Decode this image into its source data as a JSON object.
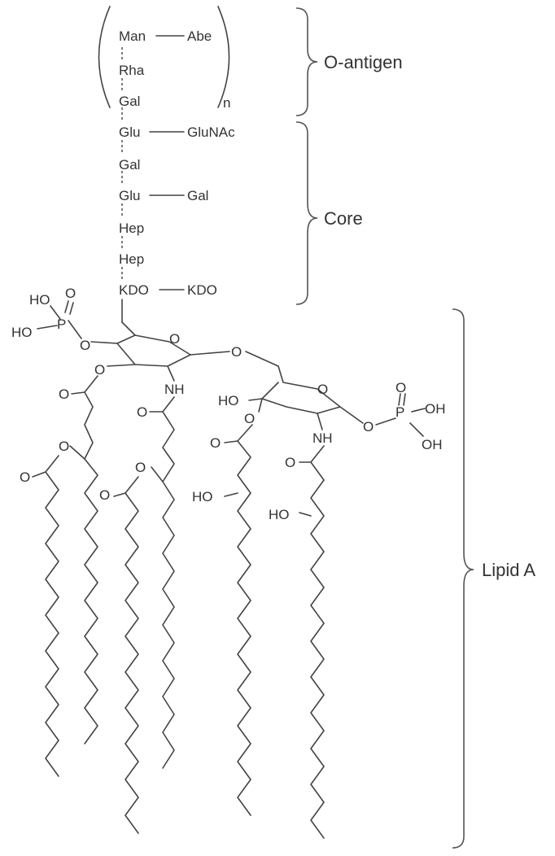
{
  "sugars": {
    "man": "Man",
    "abe": "Abe",
    "rha": "Rha",
    "gal_repeat": "Gal",
    "repeat_n": "n",
    "glu_1": "Glu",
    "glunac": "GluNAc",
    "gal_core_1": "Gal",
    "glu_2": "Glu",
    "gal_core_2": "Gal",
    "hep_1": "Hep",
    "hep_2": "Hep",
    "kdo_1": "KDO",
    "kdo_2": "KDO"
  },
  "atoms": {
    "ho_p1_a": "HO",
    "ho_p1_b": "HO",
    "p_1": "P",
    "o_p1_top": "O",
    "o_p1_link": "O",
    "o_ring_1": "O",
    "o_glyco": "O",
    "o_ester_1": "O",
    "nh_1": "NH",
    "o_ring_2": "O",
    "ho_ring_2": "HO",
    "o_ester_2": "O",
    "nh_2": "NH",
    "o_p2_link": "O",
    "p_2": "P",
    "o_p2_top": "O",
    "oh_p2_a": "OH",
    "oh_p2_b": "OH",
    "o_carbonyl_1": "O",
    "o_chain_1": "O",
    "o_carbonyl_1b": "O",
    "o_amide_1": "O",
    "o_chain_2": "O",
    "o_carbonyl_2b": "O",
    "o_carbonyl_3": "O",
    "ho_chain_3": "HO",
    "o_amide_2": "O",
    "ho_chain_4": "HO"
  },
  "regions": {
    "o_antigen": "O-antigen",
    "core": "Core",
    "lipid_a": "Lipid A"
  }
}
